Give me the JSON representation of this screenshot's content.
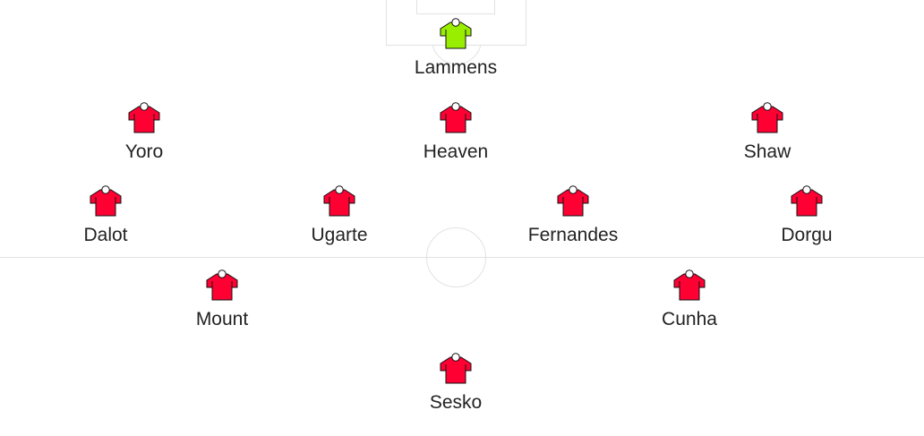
{
  "colors": {
    "outfield_shirt": "#ff0033",
    "goalkeeper_shirt": "#99ee00",
    "pitch_lines": "#e2e2e2",
    "name_text": "#222222"
  },
  "players": {
    "lammens": {
      "name": "Lammens",
      "role": "goalkeeper"
    },
    "yoro": {
      "name": "Yoro",
      "role": "outfield"
    },
    "heaven": {
      "name": "Heaven",
      "role": "outfield"
    },
    "shaw": {
      "name": "Shaw",
      "role": "outfield"
    },
    "dalot": {
      "name": "Dalot",
      "role": "outfield"
    },
    "ugarte": {
      "name": "Ugarte",
      "role": "outfield"
    },
    "fernandes": {
      "name": "Fernandes",
      "role": "outfield"
    },
    "dorgu": {
      "name": "Dorgu",
      "role": "outfield"
    },
    "mount": {
      "name": "Mount",
      "role": "outfield"
    },
    "cunha": {
      "name": "Cunha",
      "role": "outfield"
    },
    "sesko": {
      "name": "Sesko",
      "role": "outfield"
    }
  }
}
